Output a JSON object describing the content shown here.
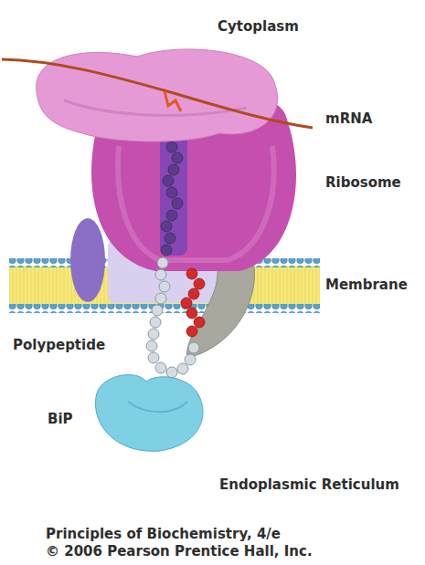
{
  "diagram": {
    "labels": [
      "Cytoplasm",
      "mRNA",
      "Ribosome",
      "Membrane",
      "Polypeptide",
      "BiP",
      "Endoplasmic Reticulum",
      "Principles of Biochemistry, 4/e",
      "© 2006 Pearson Prentice Hall, Inc."
    ]
  }
}
